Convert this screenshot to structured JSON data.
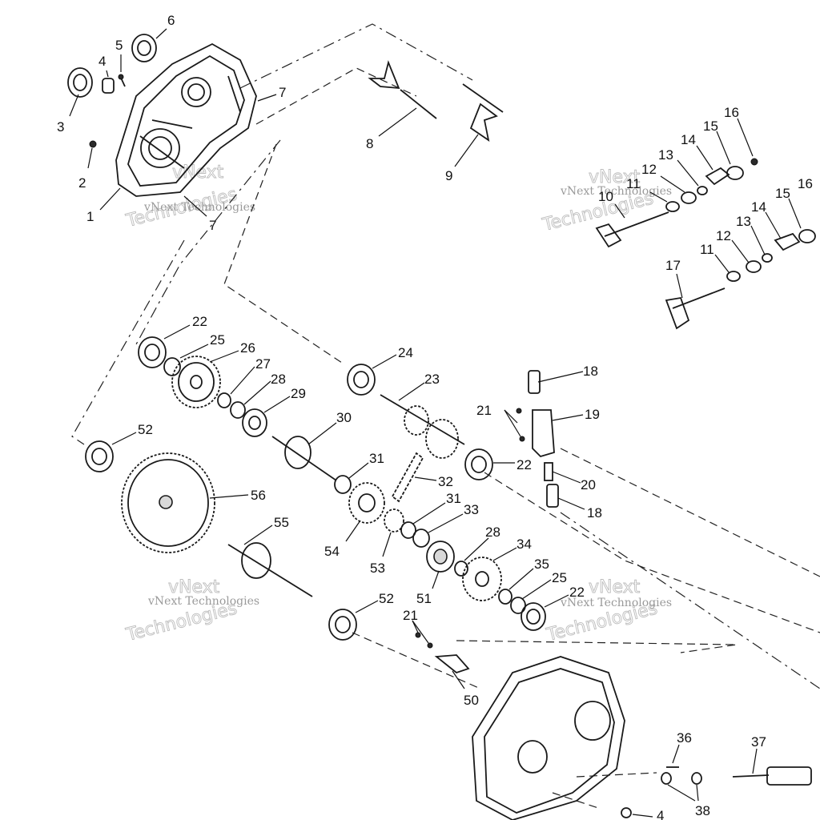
{
  "watermark": {
    "line1": "vNext",
    "line2": "Technologies",
    "small": "vNext Technologies"
  },
  "callouts": [
    "1",
    "2",
    "3",
    "4",
    "5",
    "6",
    "7",
    "7",
    "8",
    "9",
    "10",
    "11",
    "12",
    "13",
    "14",
    "15",
    "16",
    "11",
    "12",
    "13",
    "14",
    "15",
    "16",
    "17",
    "18",
    "19",
    "20",
    "21",
    "18",
    "22",
    "25",
    "26",
    "27",
    "28",
    "29",
    "24",
    "23",
    "22",
    "30",
    "31",
    "32",
    "31",
    "33",
    "52",
    "56",
    "55",
    "54",
    "53",
    "51",
    "28",
    "34",
    "35",
    "25",
    "22",
    "52",
    "21",
    "50",
    "36",
    "37",
    "38",
    "4"
  ]
}
